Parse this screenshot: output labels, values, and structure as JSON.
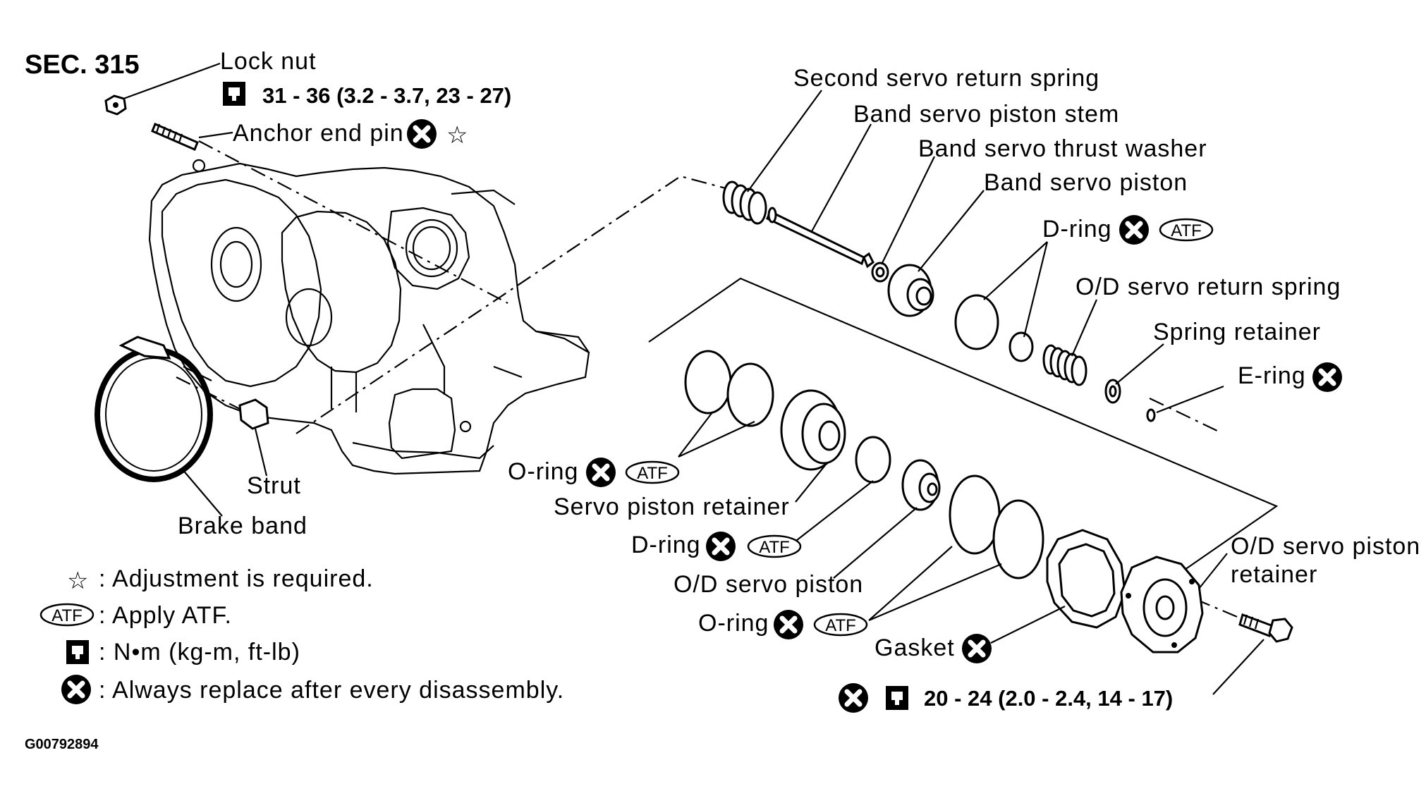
{
  "section": "SEC. 315",
  "code": "G00792894",
  "callouts": {
    "lock_nut": "Lock nut",
    "lock_nut_torque": "31 - 36 (3.2 - 3.7, 23 - 27)",
    "anchor_end_pin": "Anchor end pin",
    "second_servo_return_spring": "Second servo return spring",
    "band_servo_piston_stem": "Band servo piston stem",
    "band_servo_thrust_washer": "Band servo thrust washer",
    "band_servo_piston": "Band servo piston",
    "d_ring_top": "D-ring",
    "od_servo_return_spring": "O/D servo return spring",
    "spring_retainer": "Spring retainer",
    "e_ring": "E-ring",
    "o_ring_upper": "O-ring",
    "servo_piston_retainer": "Servo piston retainer",
    "d_ring_lower": "D-ring",
    "od_servo_piston": "O/D servo piston",
    "o_ring_lower": "O-ring",
    "gasket": "Gasket",
    "od_servo_piston_retainer_1": "O/D servo piston",
    "od_servo_piston_retainer_2": "retainer",
    "bolt_torque": "20 - 24 (2.0 - 2.4, 14 - 17)",
    "strut": "Strut",
    "brake_band": "Brake band"
  },
  "atf_badge": "ATF",
  "legend": {
    "adjustment": ": Adjustment is required.",
    "apply_atf": ": Apply ATF.",
    "torque_units": ": N•m (kg-m, ft-lb)",
    "replace": ": Always replace after every disassembly."
  },
  "icons": {
    "replace": "x-circle-icon",
    "adjust": "star-outline-icon",
    "torque": "torque-wrench-icon",
    "atf": "atf-oval-icon"
  },
  "colors": {
    "ink": "#000000",
    "paper": "#ffffff"
  }
}
